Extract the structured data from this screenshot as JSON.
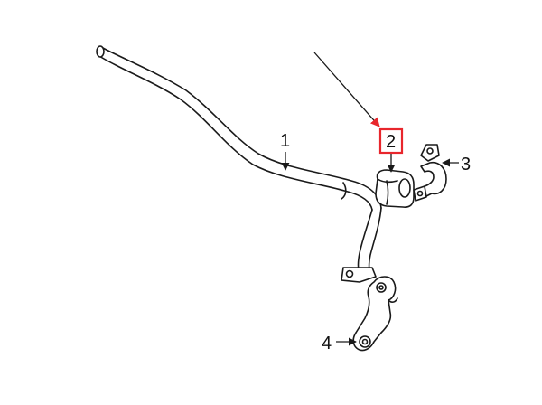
{
  "diagram": {
    "callouts": [
      {
        "id": "1",
        "label": "1"
      },
      {
        "id": "2",
        "label": "2"
      },
      {
        "id": "3",
        "label": "3"
      },
      {
        "id": "4",
        "label": "4"
      }
    ],
    "highlighted_callout": "2",
    "colors": {
      "highlight": "#e8262c",
      "line": "#1a1a1a",
      "background": "#ffffff"
    }
  }
}
